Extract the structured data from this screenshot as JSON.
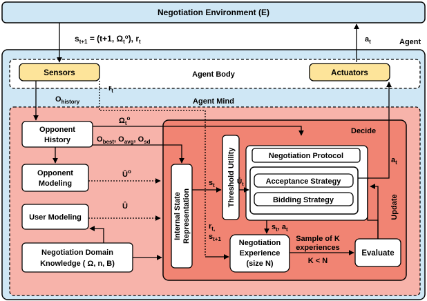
{
  "environment": {
    "title": "Negotiation Environment (E)"
  },
  "state_signal": {
    "s": "s",
    "s_sub": "t+1",
    "eq_rest": " =  (t+1, Ω",
    "omega_sub": "t",
    "omega_sup": "o",
    "tail": "), r",
    "r_sub": "t"
  },
  "action_up": {
    "a": "a",
    "sub": "t"
  },
  "agent": {
    "label": "Agent"
  },
  "agent_body": {
    "label": "Agent Body",
    "sensors": "Sensors",
    "actuators": "Actuators"
  },
  "agent_mind": {
    "label": "Agent Mind"
  },
  "decide": {
    "label": "Decide"
  },
  "boxes": {
    "opponent_history": [
      "Opponent",
      "History"
    ],
    "opponent_modeling": [
      "Opponent",
      "Modeling"
    ],
    "user_modeling": "User Modeling",
    "domain_knowledge": [
      "Negotiation Domain",
      "Knowledge ( Ω, n, B)"
    ],
    "internal_state": [
      "Internal State",
      "Representation"
    ],
    "threshold_utility": "Threshold Utility",
    "negotiation_protocol": "Negotiation Protocol",
    "acceptance_strategy": "Acceptance Strategy",
    "bidding_strategy": "Bidding Strategy",
    "negotiation_experience": [
      "Negotiation",
      "Experience",
      "(size N)"
    ],
    "evaluate": "Evaluate"
  },
  "labels": {
    "o_history": {
      "main": "O",
      "sub": "history"
    },
    "r_t": {
      "main": "r",
      "sub": "t"
    },
    "omega_o": {
      "main": "Ω",
      "sub": "t",
      "sup": "o"
    },
    "o_stats": "O",
    "o_best_sub": "best",
    "o_avg_sub": "avg",
    "o_sd_sub": "sd",
    "comma": ", ",
    "u_hat_o": {
      "main": "Û",
      "sup": "o"
    },
    "u_hat": "Û",
    "s_t": {
      "main": "s",
      "sub": "t"
    },
    "u_t": {
      "main": "Ū",
      "sub": "t"
    },
    "r_t2": {
      "main": "r",
      "sub": "t,"
    },
    "s_t1": {
      "main": "s",
      "sub": "t+1"
    },
    "s_a": {
      "s": "s",
      "s_sub": "t",
      "mid": ", a",
      "a_sub": "t"
    },
    "sample": [
      "Sample of K",
      "experiences"
    ],
    "k_lt_n": "K < N",
    "a_t_right": {
      "main": "a",
      "sub": "t"
    },
    "update": "Update"
  },
  "colors": {
    "env_fill": "#cfe7f5",
    "agent_fill": "#cfe7f5",
    "mind_fill": "#f7b3aa",
    "decide_fill": "#f18473",
    "sensor_fill": "#fde49a",
    "box_fill": "#ffffff",
    "stroke": "#000000"
  }
}
